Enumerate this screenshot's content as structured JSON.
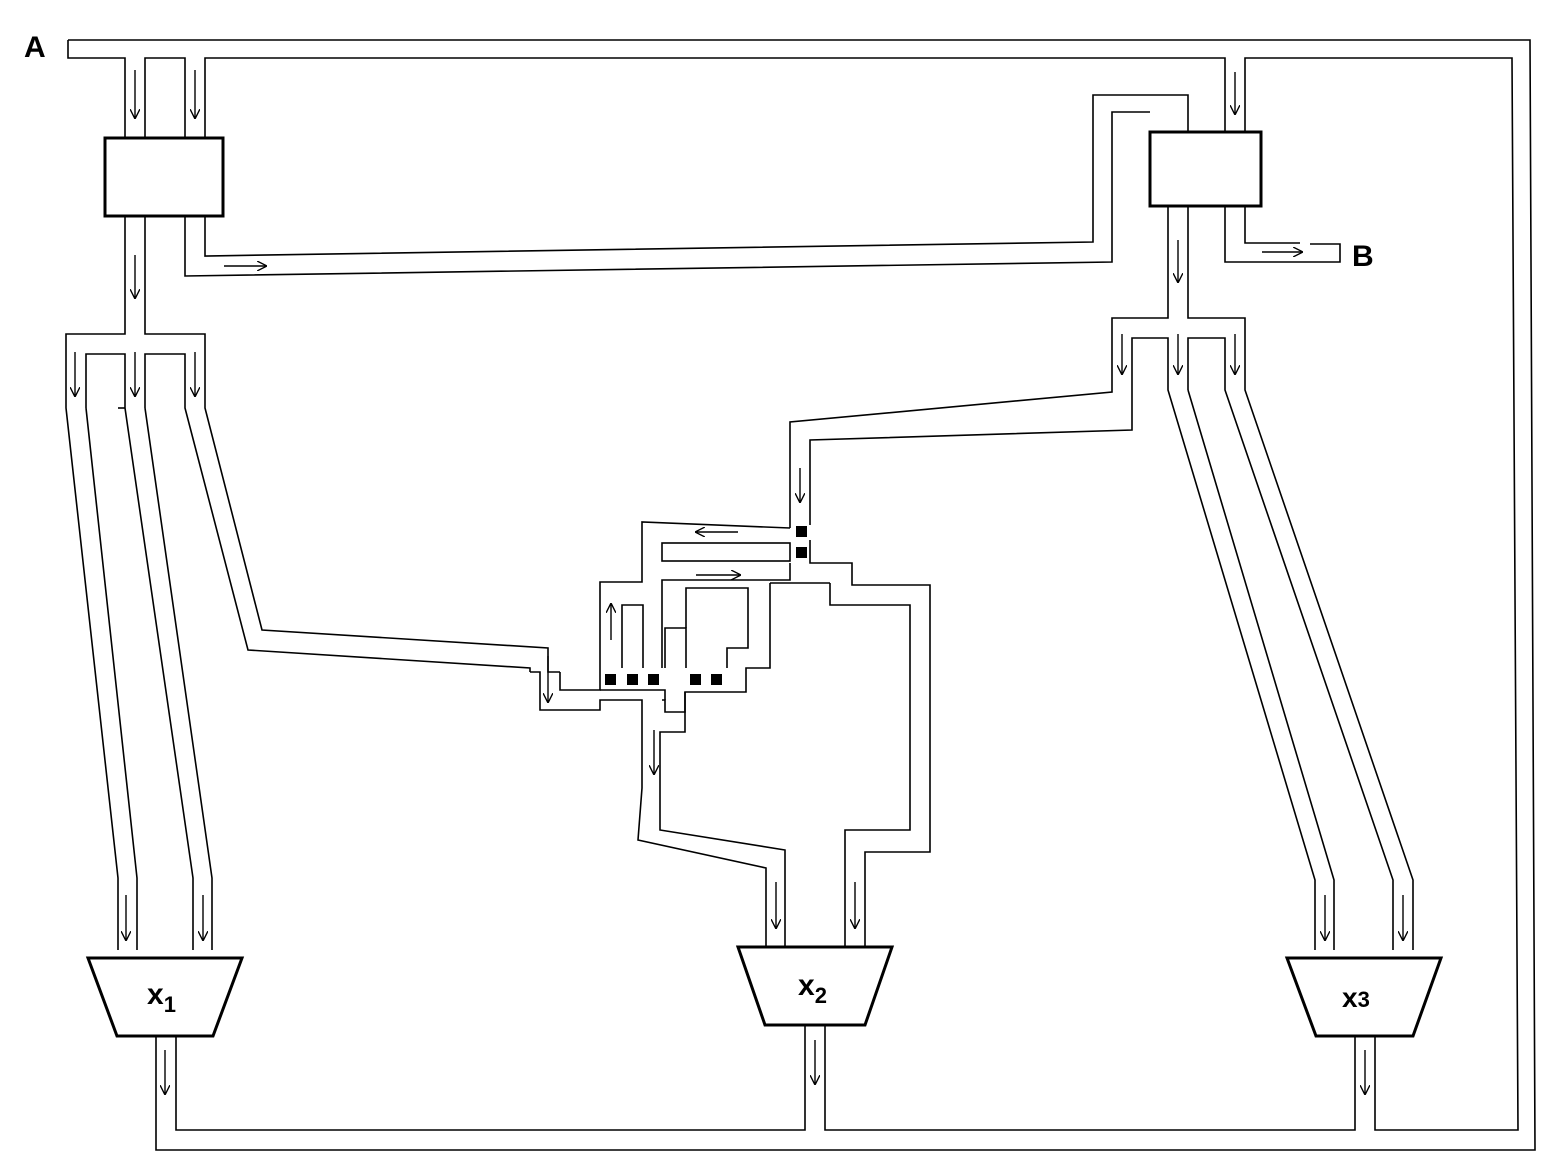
{
  "diagram": {
    "labels": {
      "input": "A",
      "output": "B"
    },
    "mixers": [
      {
        "main": "x",
        "sub": "1"
      },
      {
        "main": "x",
        "sub": "2"
      },
      {
        "main": "x",
        "sub": "3"
      }
    ],
    "colors": {
      "line": "#000000",
      "background": "#ffffff"
    }
  }
}
